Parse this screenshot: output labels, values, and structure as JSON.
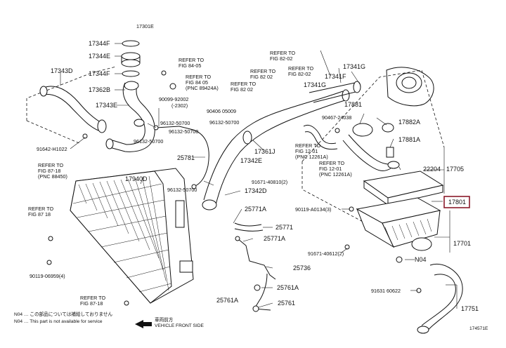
{
  "top_code": "17301E",
  "footer_code": "174571E",
  "notes": {
    "line1": "N04 … この部品については補給しておりません",
    "line2": "N04 … This part is not available for service"
  },
  "direction": {
    "jp": "車両前方",
    "en": "VEHICLE FRONT SIDE"
  },
  "highlighted_part": "17801",
  "parts": {
    "p17344F_1": "17344F",
    "p17344E": "17344E",
    "p17344F_2": "17344F",
    "p17343D": "17343D",
    "p17362B": "17362B",
    "p17343E": "17343E",
    "p91642": "91642-H1022",
    "p90099": "90099-92002",
    "p90099b": "(-2302)",
    "p96132_a": "96132-50700",
    "p96132_b": "96132-50700",
    "p96132_c": "96132-50700",
    "p96132_d": "96132-50700",
    "p90406": "90406  05009",
    "p25781": "25781",
    "p17344G": "17341G",
    "p17341F": "17341F",
    "p17341G2": "17341G",
    "p17881": "17881",
    "p90467": "90467-24038",
    "p17882A": "17882A",
    "p17881A": "17881A",
    "p22204": "22204",
    "p17705": "17705",
    "p17361J": "17361J",
    "p17342E": "17342E",
    "p17342D": "17342D",
    "p91671a": "91671-40810(2)",
    "p19740D": "17940D",
    "p25771A": "25771A",
    "p25771": "25771",
    "p25771A2": "25771A",
    "p90119a": "90119-A0134(3)",
    "p17801": "17801",
    "p17701": "17701",
    "p91671b": "91671-40612(2)",
    "pN04": "N04",
    "p25736": "25736",
    "p25761A": "25761A",
    "p91631": "91631  60622",
    "p90119b": "90119-06959(4)",
    "p25761A2": "25761A",
    "p25761": "25761",
    "p17751": "17751"
  },
  "refs": {
    "r1": {
      "l1": "REFER TO",
      "l2": "FIG 84-05"
    },
    "r2": {
      "l1": "REFER TO",
      "l2": "FIG 84 05",
      "l3": "(PNC 89424A)"
    },
    "r3": {
      "l1": "REFER TO",
      "l2": "FIG 82 02"
    },
    "r4": {
      "l1": "REFER TO",
      "l2": "FIG 82-02"
    },
    "r5": {
      "l1": "REFER TO",
      "l2": "FIG 82 02"
    },
    "r6": {
      "l1": "REFER TO",
      "l2": "FIG 82-02"
    },
    "r7": {
      "l1": "REFER TO",
      "l2": "FIG 12-01",
      "l3": "(PNC 12261A)"
    },
    "r8": {
      "l1": "REFER TO",
      "l2": "FIG 12-01",
      "l3": "(PNC 12261A)"
    },
    "r9": {
      "l1": "REFER TO",
      "l2": "FIG 87-18",
      "l3": "(PNC 88450)"
    },
    "r10": {
      "l1": "REFER TO",
      "l2": "FIG 87 18"
    },
    "r11": {
      "l1": "REFER TO",
      "l2": "FIG 87-18"
    }
  }
}
